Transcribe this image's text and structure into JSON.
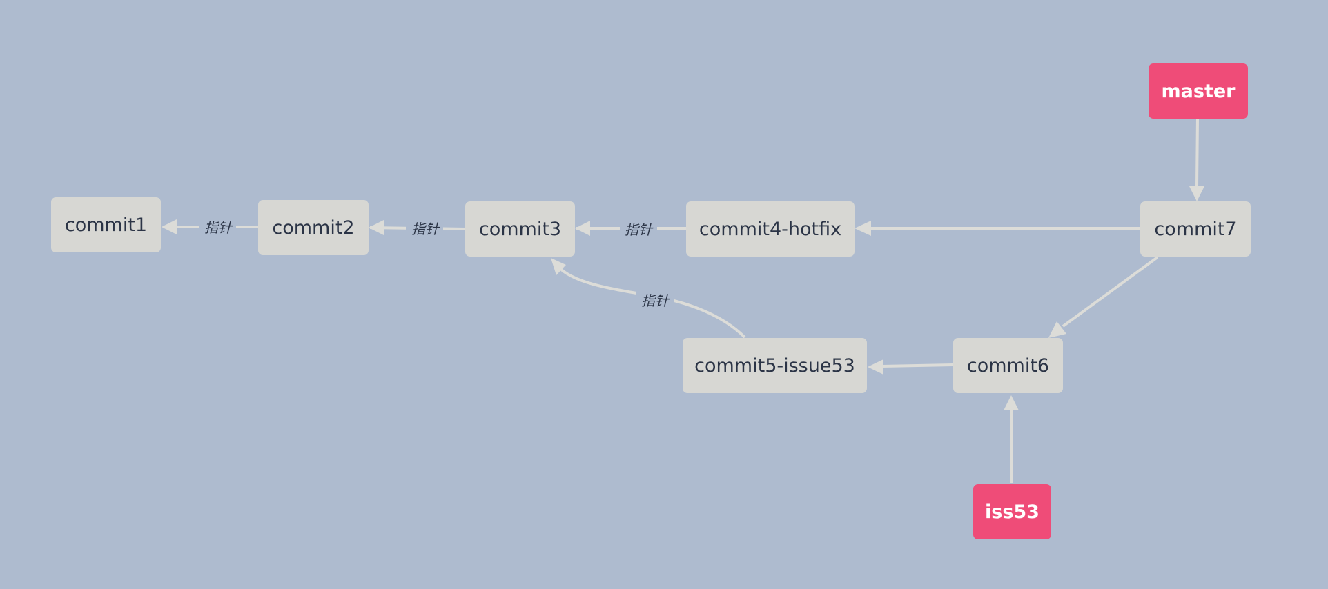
{
  "diagram": {
    "background_color": "#aebbcf",
    "commit_color": "#d7d7d3",
    "branch_color": "#ef4c78",
    "edge_color": "#dcdcd8",
    "nodes": {
      "commit1": "commit1",
      "commit2": "commit2",
      "commit3": "commit3",
      "commit4": "commit4-hotfix",
      "commit5": "commit5-issue53",
      "commit6": "commit6",
      "commit7": "commit7",
      "master": "master",
      "iss53": "iss53"
    },
    "edges": [
      {
        "from": "commit2",
        "to": "commit1",
        "label": "指针"
      },
      {
        "from": "commit3",
        "to": "commit2",
        "label": "指针"
      },
      {
        "from": "commit4",
        "to": "commit3",
        "label": "指针"
      },
      {
        "from": "commit5",
        "to": "commit3",
        "label": "指针"
      },
      {
        "from": "commit7",
        "to": "commit4",
        "label": ""
      },
      {
        "from": "commit7",
        "to": "commit6",
        "label": ""
      },
      {
        "from": "commit6",
        "to": "commit5",
        "label": ""
      },
      {
        "from": "master",
        "to": "commit7",
        "label": ""
      },
      {
        "from": "iss53",
        "to": "commit6",
        "label": ""
      }
    ]
  }
}
